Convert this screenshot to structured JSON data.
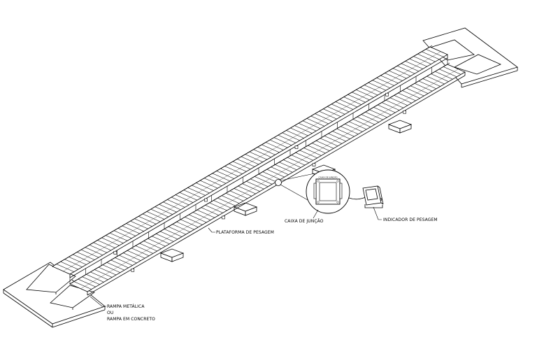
{
  "labels": {
    "platform": "PLATAFORMA DE PESAGEM",
    "junction_box": "CAIXA DE JUNÇÃO",
    "junction_box_title": "CAIXA DE JUNÇÃO",
    "indicator": "INDICADOR DE PESAGEM",
    "ramp_line1": "RAMPA METÁLICA",
    "ramp_line2": "OU",
    "ramp_line3": "RAMPA EM CONCRETO"
  },
  "colors": {
    "line": "#000000",
    "background": "#ffffff"
  }
}
